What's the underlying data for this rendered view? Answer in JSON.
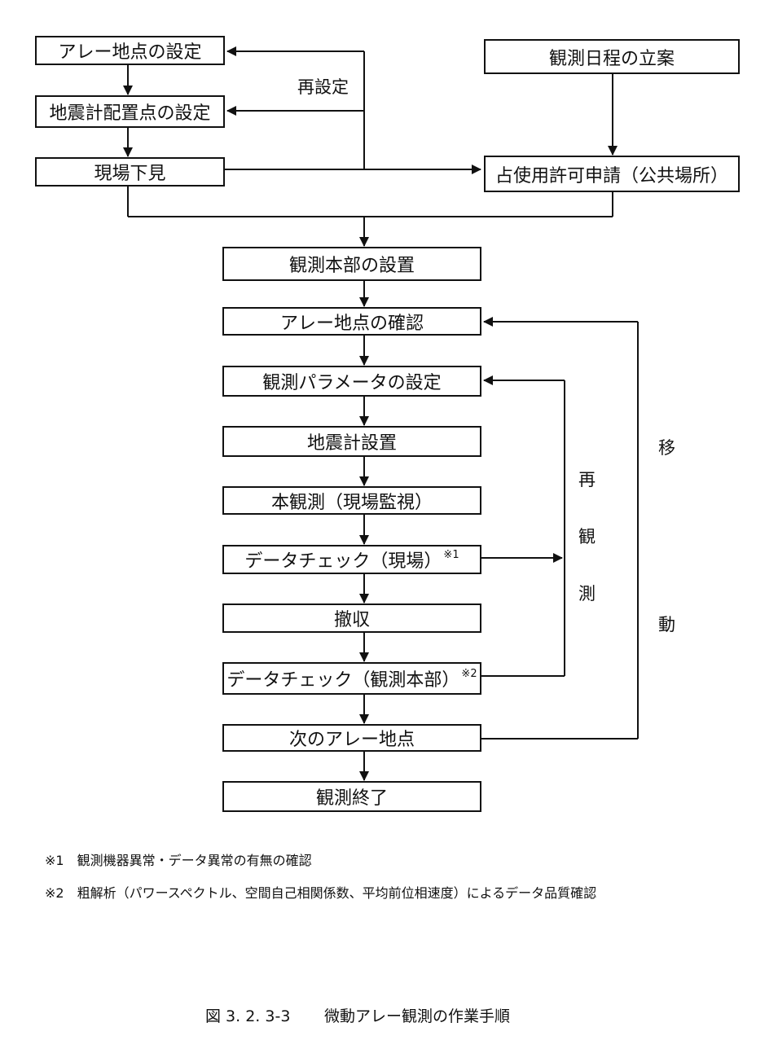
{
  "nodes": {
    "array_setup": "アレー地点の設定",
    "seismo_placement": "地震計配置点の設定",
    "site_survey": "現場下見",
    "schedule": "観測日程の立案",
    "permit": "占使用許可申請（公共場所）",
    "hq_setup": "観測本部の設置",
    "array_confirm": "アレー地点の確認",
    "param_setup": "観測パラメータの設定",
    "seismo_install": "地震計設置",
    "main_obs": "本観測（現場監視）",
    "check_site": "データチェック（現場）",
    "check_site_mark": "※1",
    "withdraw": "撤収",
    "check_hq": "データチェック（観測本部）",
    "check_hq_mark": "※2",
    "next_array": "次のアレー地点",
    "end": "観測終了"
  },
  "labels": {
    "reset": "再設定",
    "reobs": [
      "再",
      "観",
      "測"
    ],
    "move": [
      "移",
      "動"
    ]
  },
  "notes": [
    "※1　観測機器異常・データ異常の有無の確認",
    "※2　粗解析（パワースペクトル、空間自己相関係数、平均前位相速度）によるデータ品質確認"
  ],
  "caption": {
    "number": "図 3. 2. 3-3",
    "title": "微動アレー観測の作業手順"
  }
}
